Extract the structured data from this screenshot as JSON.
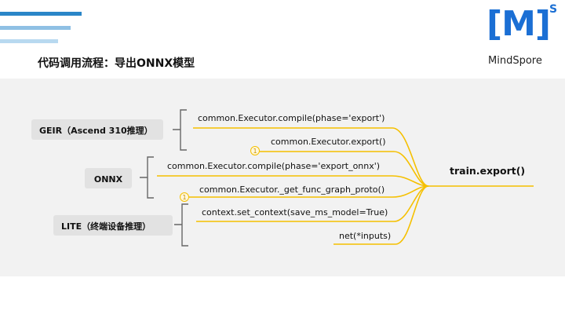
{
  "header": {
    "title": "代码调用流程：导出ONNX模型"
  },
  "logo": {
    "mark": "[M]",
    "superscript": "S",
    "text": "MindSpore"
  },
  "colors": {
    "stripe_top": "#2a86c8",
    "stripe_mid": "#8fc0e4",
    "stripe_bottom": "#b8d9f0",
    "branch_line": "#f5c000",
    "brand_blue": "#1b6fd4",
    "panel": "#f2f2f2"
  },
  "diagram": {
    "root": "train.export()",
    "categories": [
      {
        "label": "GEIR（Ascend 310推理）"
      },
      {
        "label": "ONNX"
      },
      {
        "label": "LITE（终端设备推理）"
      }
    ],
    "steps": [
      {
        "label": "common.Executor.compile(phase='export')"
      },
      {
        "label": "common.Executor.export()",
        "badge": "1"
      },
      {
        "label": "common.Executor.compile(phase='export_onnx')"
      },
      {
        "label": "common.Executor._get_func_graph_proto()",
        "badge": "1"
      },
      {
        "label": "context.set_context(save_ms_model=True)"
      },
      {
        "label": "net(*inputs)"
      }
    ]
  }
}
